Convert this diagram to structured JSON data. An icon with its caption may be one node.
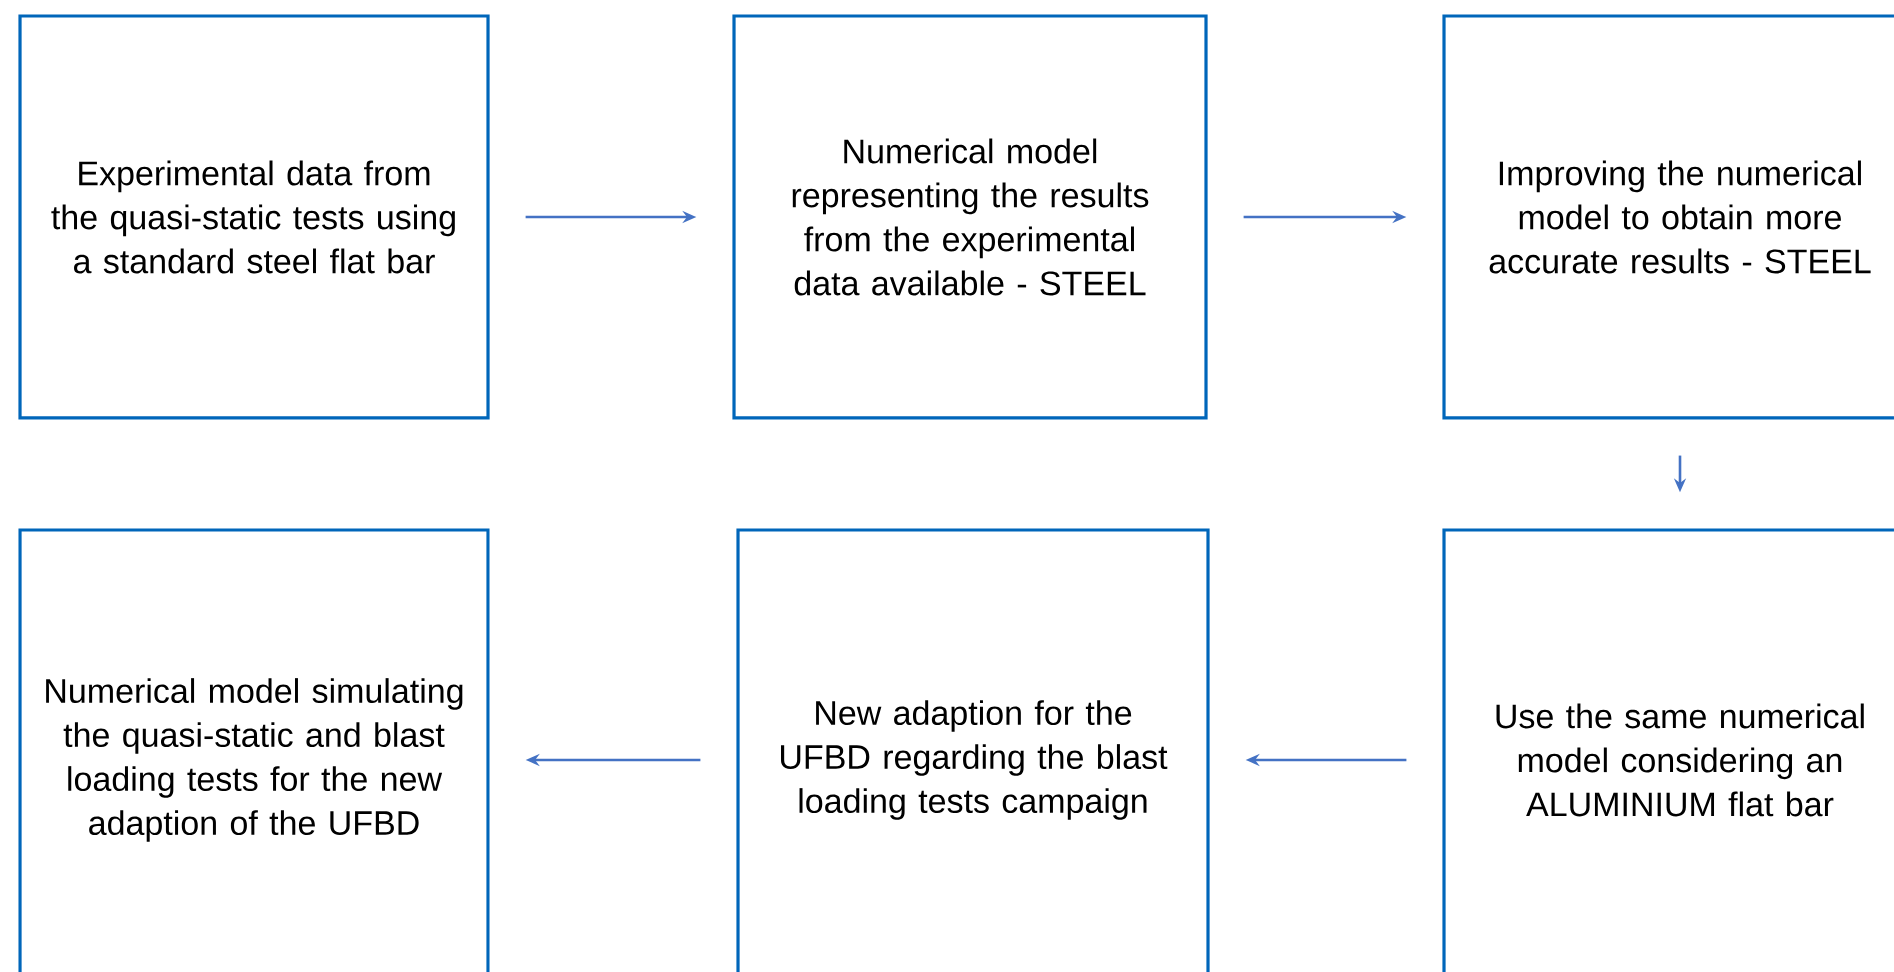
{
  "diagram": {
    "nodes": [
      {
        "text": [
          "Experimental data from the quasi-static tests using a standard steel flat bar"
        ]
      },
      {
        "text": [
          "Numerical model representing the results from the experimental data available - STEEL"
        ]
      },
      {
        "text": [
          "Improving the numerical model to obtain more accurate results - STEEL"
        ]
      },
      {
        "text": [
          "Use the same numerical model considering an ALUMINIUM flat bar"
        ]
      },
      {
        "text": [
          "New adaption for the UFBD regarding the blast loading tests campaign"
        ]
      },
      {
        "text": [
          "Numerical model simulating the quasi-static and blast loading tests for the new adaption of the UFBD"
        ]
      }
    ],
    "edges": [
      {
        "from": 0,
        "to": 1,
        "arrow": "to"
      },
      {
        "from": 1,
        "to": 2,
        "arrow": "to"
      },
      {
        "from": 2,
        "to": 3,
        "arrow": "to"
      },
      {
        "from": 3,
        "to": 4,
        "arrow": "to"
      },
      {
        "from": 4,
        "to": 5,
        "arrow": "to"
      }
    ]
  }
}
